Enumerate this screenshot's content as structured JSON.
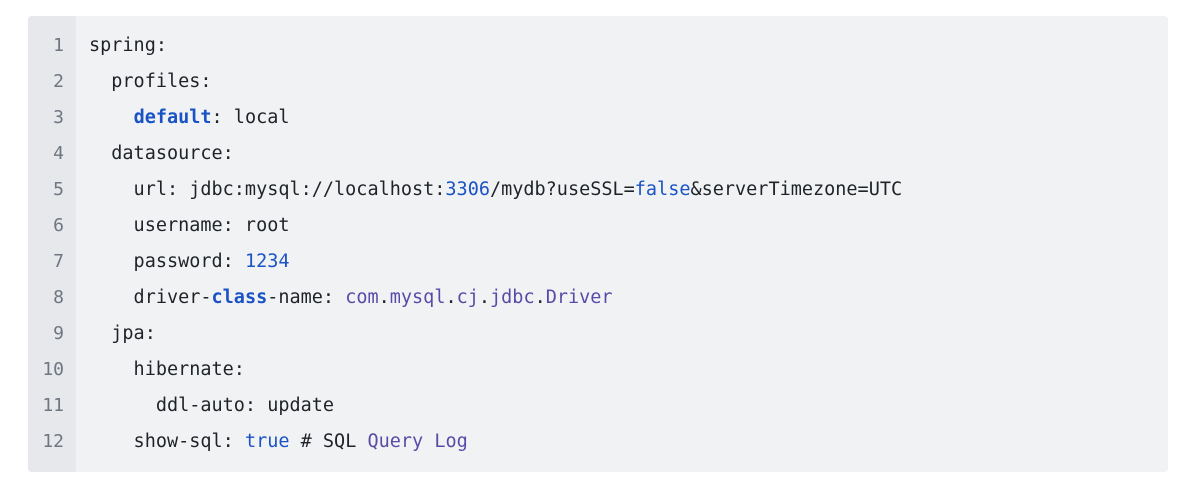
{
  "code_block": {
    "line_numbers": [
      "1",
      "2",
      "3",
      "4",
      "5",
      "6",
      "7",
      "8",
      "9",
      "10",
      "11",
      "12"
    ],
    "lines": [
      [
        {
          "t": "spring:",
          "c": ""
        }
      ],
      [
        {
          "t": "  profiles:",
          "c": ""
        }
      ],
      [
        {
          "t": "    ",
          "c": ""
        },
        {
          "t": "default",
          "c": "bold"
        },
        {
          "t": ": local",
          "c": ""
        }
      ],
      [
        {
          "t": "  datasource:",
          "c": ""
        }
      ],
      [
        {
          "t": "    url: jdbc:mysql://localhost:",
          "c": ""
        },
        {
          "t": "3306",
          "c": "num"
        },
        {
          "t": "/mydb?useSSL=",
          "c": ""
        },
        {
          "t": "false",
          "c": "kw"
        },
        {
          "t": "&serverTimezone=UTC",
          "c": ""
        }
      ],
      [
        {
          "t": "    username: root",
          "c": ""
        }
      ],
      [
        {
          "t": "    password: ",
          "c": ""
        },
        {
          "t": "1234",
          "c": "num"
        }
      ],
      [
        {
          "t": "    driver-",
          "c": ""
        },
        {
          "t": "class",
          "c": "bold"
        },
        {
          "t": "-name: ",
          "c": ""
        },
        {
          "t": "com",
          "c": "purple"
        },
        {
          "t": ".",
          "c": ""
        },
        {
          "t": "mysql",
          "c": "purple"
        },
        {
          "t": ".",
          "c": ""
        },
        {
          "t": "cj",
          "c": "purple"
        },
        {
          "t": ".",
          "c": ""
        },
        {
          "t": "jdbc",
          "c": "purple"
        },
        {
          "t": ".",
          "c": ""
        },
        {
          "t": "Driver",
          "c": "purple"
        }
      ],
      [
        {
          "t": "  jpa:",
          "c": ""
        }
      ],
      [
        {
          "t": "    hibernate:",
          "c": ""
        }
      ],
      [
        {
          "t": "      ddl-auto: update",
          "c": ""
        }
      ],
      [
        {
          "t": "    show-sql: ",
          "c": ""
        },
        {
          "t": "true",
          "c": "kw"
        },
        {
          "t": " # SQL ",
          "c": ""
        },
        {
          "t": "Query",
          "c": "purple"
        },
        {
          "t": " ",
          "c": ""
        },
        {
          "t": "Log",
          "c": "purple"
        }
      ]
    ]
  }
}
